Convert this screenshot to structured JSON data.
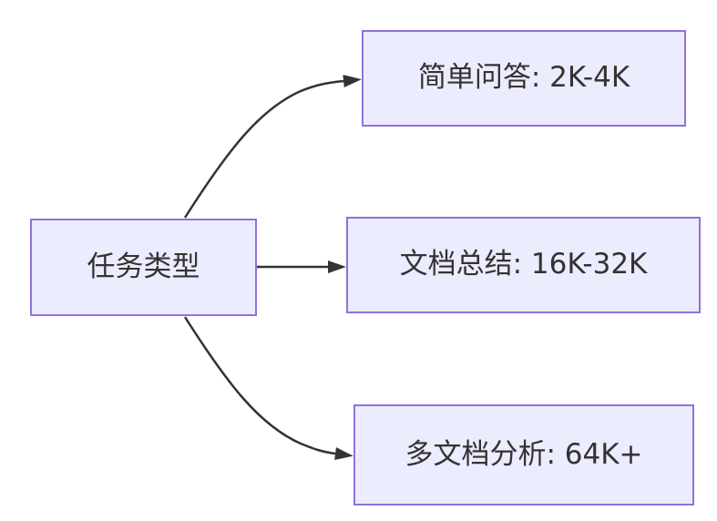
{
  "diagram": {
    "type": "flowchart",
    "direction": "left-to-right",
    "colors": {
      "background": "#ffffff",
      "node_fill": "#ececff",
      "node_border": "#9370db",
      "edge_color": "#333333",
      "text_color": "#333333"
    },
    "root": {
      "id": "task-type",
      "label": "任务类型"
    },
    "children": [
      {
        "id": "simple-qa",
        "label": "简单问答: 2K-4K"
      },
      {
        "id": "doc-summary",
        "label": "文档总结: 16K-32K"
      },
      {
        "id": "multi-doc",
        "label": "多文档分析: 64K+"
      }
    ],
    "edges": [
      {
        "from": "task-type",
        "to": "simple-qa"
      },
      {
        "from": "task-type",
        "to": "doc-summary"
      },
      {
        "from": "task-type",
        "to": "multi-doc"
      }
    ]
  }
}
